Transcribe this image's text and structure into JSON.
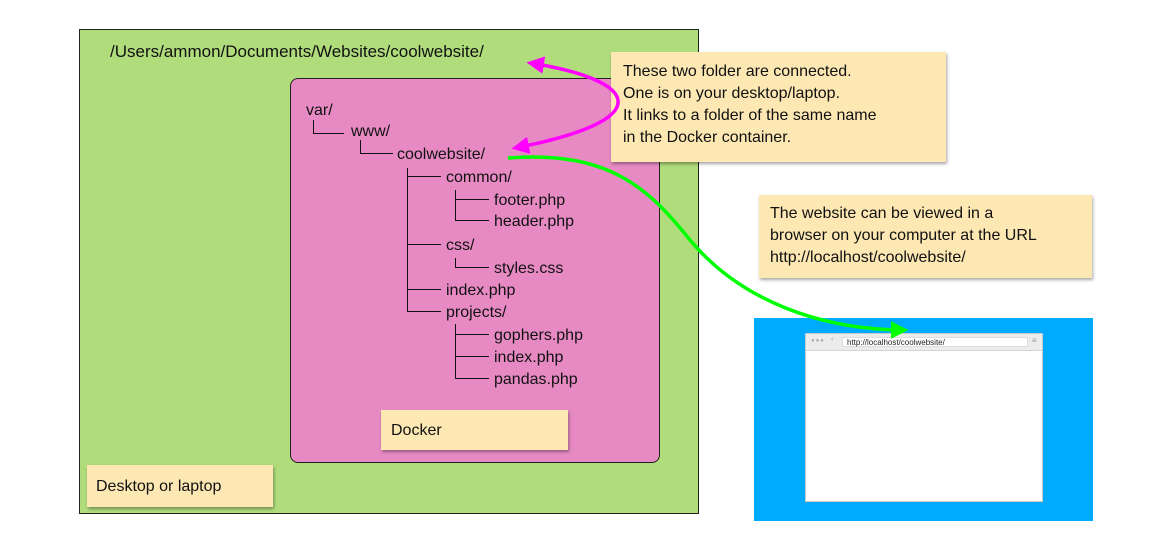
{
  "host": {
    "path": "/Users/ammon/Documents/Websites/coolwebsite/",
    "label": "Desktop or laptop"
  },
  "docker": {
    "label": "Docker",
    "tree": [
      "var/",
      "www/",
      "coolwebsite/",
      "common/",
      "footer.php",
      "header.php",
      "css/",
      "styles.css",
      "index.php",
      "projects/",
      "gophers.php",
      "index.php",
      "pandas.php"
    ]
  },
  "notes": {
    "connected": [
      "These two folder are connected.",
      "One is on your desktop/laptop.",
      "It links to a folder of the same name",
      "in the Docker container."
    ],
    "viewed": [
      "The website can be viewed in a",
      "browser on your computer at the URL",
      "http://localhost/coolwebsite/"
    ]
  },
  "browser": {
    "url": "http://localhost/coolwebsite/"
  },
  "colors": {
    "host_bg": "#b0dc7c",
    "docker_bg": "#e78ac3",
    "note_bg": "#fde8b4",
    "screen_bg": "#00aaff",
    "magenta_arrow": "#ff00ff",
    "green_arrow": "#00ff00"
  }
}
